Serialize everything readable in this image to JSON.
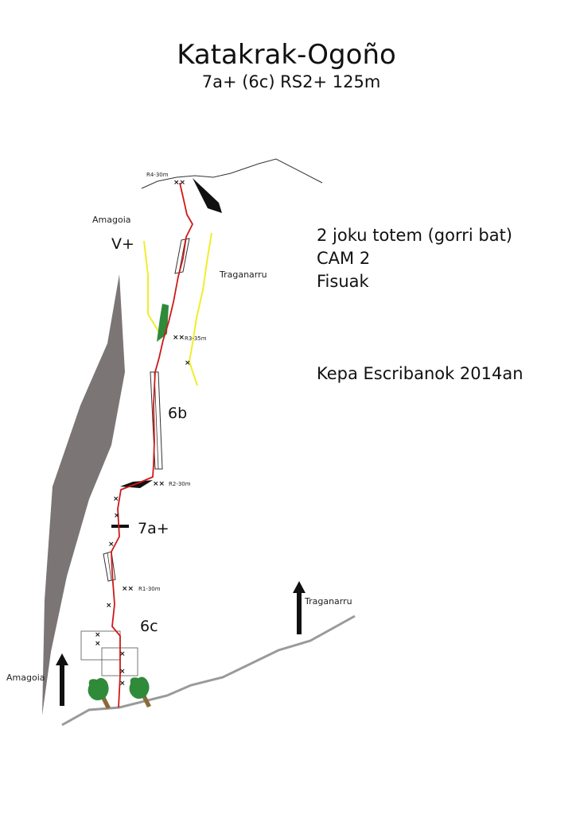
{
  "title": "Katakrak-Ogoño",
  "subtitle": "7a+ (6c) RS2+ 125m",
  "gear_notes": [
    "2 joku totem (gorri bat)",
    "CAM 2",
    "Fisuak"
  ],
  "author": "Kepa Escribanok 2014an",
  "belays": {
    "r1": "R1-30m",
    "r2": "R2-30m",
    "r3": "R3-35m",
    "r4": "R4-30m"
  },
  "grades": {
    "pitch1": "6c",
    "pitch2": "7a+",
    "pitch3": "6b",
    "amagoia_route": "V+"
  },
  "route_labels": {
    "amagoia_top": "Amagoia",
    "traganarru_top": "Traganarru",
    "amagoia_bottom": "Amagoia",
    "traganarru_bottom": "Traganarru"
  },
  "bolt_marks": {
    "single": "×",
    "double": "××"
  },
  "colors": {
    "route": "#d01818",
    "neighbour_routes": "#f0ee2a",
    "vegetation": "#2f8a3a",
    "trunk": "#8a6a3a",
    "rock_wall": "#7b7575",
    "ground": "#9a9a9a",
    "overhang": "#111111"
  }
}
